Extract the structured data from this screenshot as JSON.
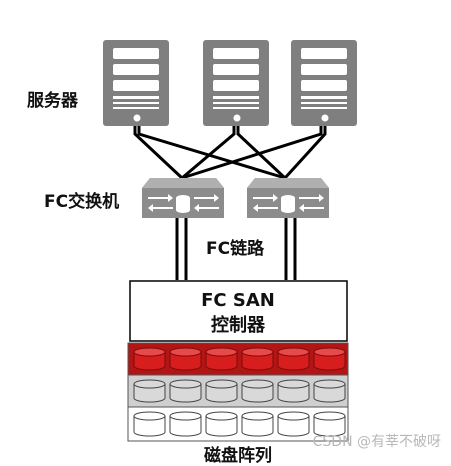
{
  "labels": {
    "servers": "服务器",
    "fc_switch": "FC交换机",
    "fc_link": "FC链路",
    "controller_line1": "FC SAN",
    "controller_line2": "控制器",
    "disk_array": "磁盘阵列"
  },
  "watermark": "CSDN @有莘不破呀",
  "nodes": {
    "servers": [
      "server-1",
      "server-2",
      "server-3"
    ],
    "switches": [
      "fc-switch-1",
      "fc-switch-2"
    ],
    "disk_rows": [
      {
        "row": "disk-row-1",
        "count": 6,
        "style": "red"
      },
      {
        "row": "disk-row-2",
        "count": 6,
        "style": "gray"
      },
      {
        "row": "disk-row-3",
        "count": 6,
        "style": "white"
      }
    ]
  },
  "colors": {
    "server_fill": "#7f7f7f",
    "switch_fill": "#8c8c8c",
    "disk_red": "#d71d1d",
    "disk_red_bg": "#b31515",
    "disk_gray_bg": "#cfcfcf",
    "disk_white": "#ffffff",
    "link": "#000000"
  }
}
